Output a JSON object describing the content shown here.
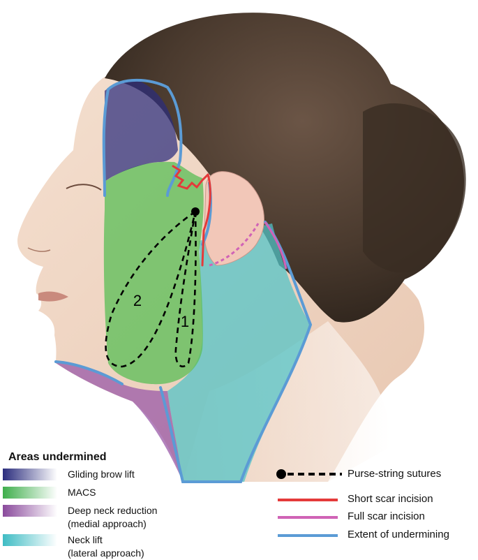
{
  "diagram": {
    "zone_labels": [
      "1",
      "2"
    ],
    "colors": {
      "brow": "#2b2d7d",
      "macs": "#5fbf5a",
      "deep_neck": "#9a59a8",
      "neck_lift": "#4fc3c8",
      "suture": "#000000",
      "short_scar": "#e43a3a",
      "full_scar": "#d063b6",
      "undermining": "#5b9bd5",
      "hair": "#4a3a2e",
      "skin": "#f0d8c6"
    }
  },
  "legend_areas": {
    "title": "Areas undermined",
    "items": [
      {
        "label_lines": [
          "Gliding brow lift"
        ],
        "color": "#2b2d7d"
      },
      {
        "label_lines": [
          "MACS"
        ],
        "color": "#3fae4c"
      },
      {
        "label_lines": [
          "Deep neck reduction",
          "(medial approach)"
        ],
        "color": "#8a4a9c"
      },
      {
        "label_lines": [
          "Neck lift",
          "(lateral approach)"
        ],
        "color": "#3fbcc4"
      }
    ]
  },
  "legend_lines": {
    "items": [
      {
        "label": "Purse-string sutures",
        "style": "dashed-dot",
        "color": "#000000"
      },
      {
        "label": "Short scar incision",
        "style": "solid",
        "color": "#e43a3a"
      },
      {
        "label": "Full scar incision",
        "style": "solid",
        "color": "#d063b6"
      },
      {
        "label": "Extent of undermining",
        "style": "solid",
        "color": "#5b9bd5"
      }
    ]
  }
}
